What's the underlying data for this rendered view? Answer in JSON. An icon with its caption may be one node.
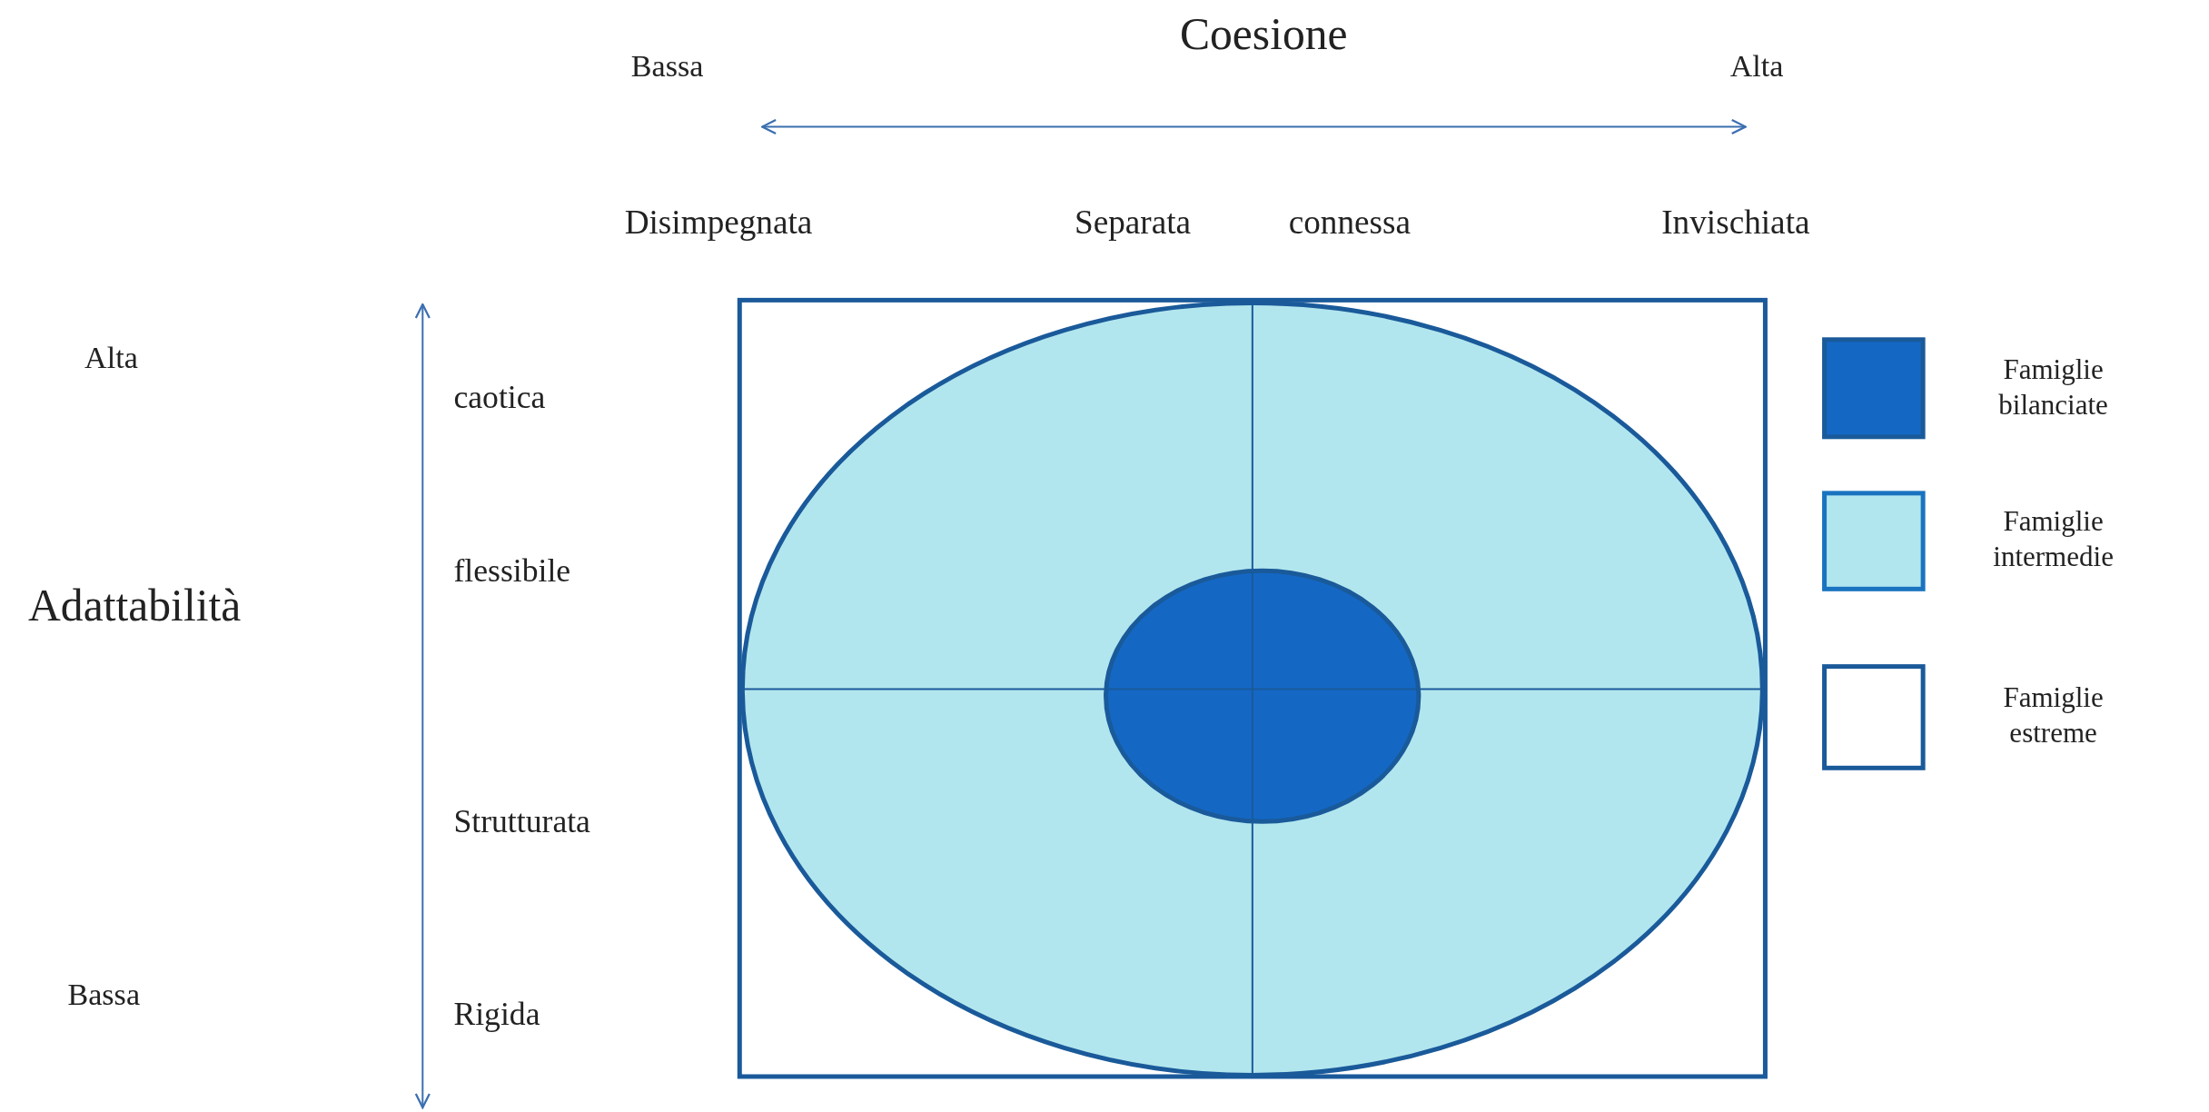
{
  "diagram": {
    "labels": [
      "Coesione",
      "Bassa",
      "Alta",
      "Disimpegnata",
      "Separata",
      "connessa",
      "Invischiata",
      "Alta",
      "caotica",
      "flessibile",
      "Adattabilità",
      "Strutturata",
      "Bassa",
      "Rigida"
    ],
    "legend": [
      {
        "text": "Famiglie bilanciate",
        "color": "#1468c4"
      },
      {
        "text": "Famiglie intermedie",
        "color": "#b2e6ee"
      },
      {
        "text": "Famiglie estreme",
        "color": "#ffffff"
      }
    ]
  }
}
